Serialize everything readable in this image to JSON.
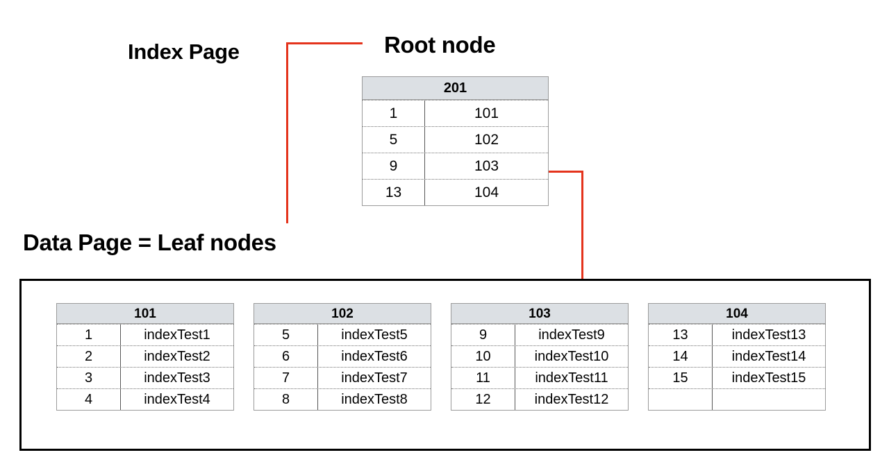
{
  "labels": {
    "index_page": "Index Page",
    "root_node": "Root node",
    "data_page": "Data Page = Leaf nodes"
  },
  "colors": {
    "connector_red": "#e4331c",
    "header_bg": "#dce0e4",
    "border_gray": "#9a9a9a",
    "container_border": "#000000"
  },
  "root_node": {
    "page_id": "201",
    "rows": [
      {
        "key": "1",
        "value": "101"
      },
      {
        "key": "5",
        "value": "102"
      },
      {
        "key": "9",
        "value": "103"
      },
      {
        "key": "13",
        "value": "104"
      }
    ]
  },
  "leaf_nodes": [
    {
      "page_id": "101",
      "rows": [
        {
          "key": "1",
          "value": "indexTest1"
        },
        {
          "key": "2",
          "value": "indexTest2"
        },
        {
          "key": "3",
          "value": "indexTest3"
        },
        {
          "key": "4",
          "value": "indexTest4"
        }
      ]
    },
    {
      "page_id": "102",
      "rows": [
        {
          "key": "5",
          "value": "indexTest5"
        },
        {
          "key": "6",
          "value": "indexTest6"
        },
        {
          "key": "7",
          "value": "indexTest7"
        },
        {
          "key": "8",
          "value": "indexTest8"
        }
      ]
    },
    {
      "page_id": "103",
      "rows": [
        {
          "key": "9",
          "value": "indexTest9"
        },
        {
          "key": "10",
          "value": "indexTest10"
        },
        {
          "key": "11",
          "value": "indexTest11"
        },
        {
          "key": "12",
          "value": "indexTest12"
        }
      ]
    },
    {
      "page_id": "104",
      "rows": [
        {
          "key": "13",
          "value": "indexTest13"
        },
        {
          "key": "14",
          "value": "indexTest14"
        },
        {
          "key": "15",
          "value": "indexTest15"
        },
        {
          "key": "",
          "value": ""
        }
      ]
    }
  ]
}
